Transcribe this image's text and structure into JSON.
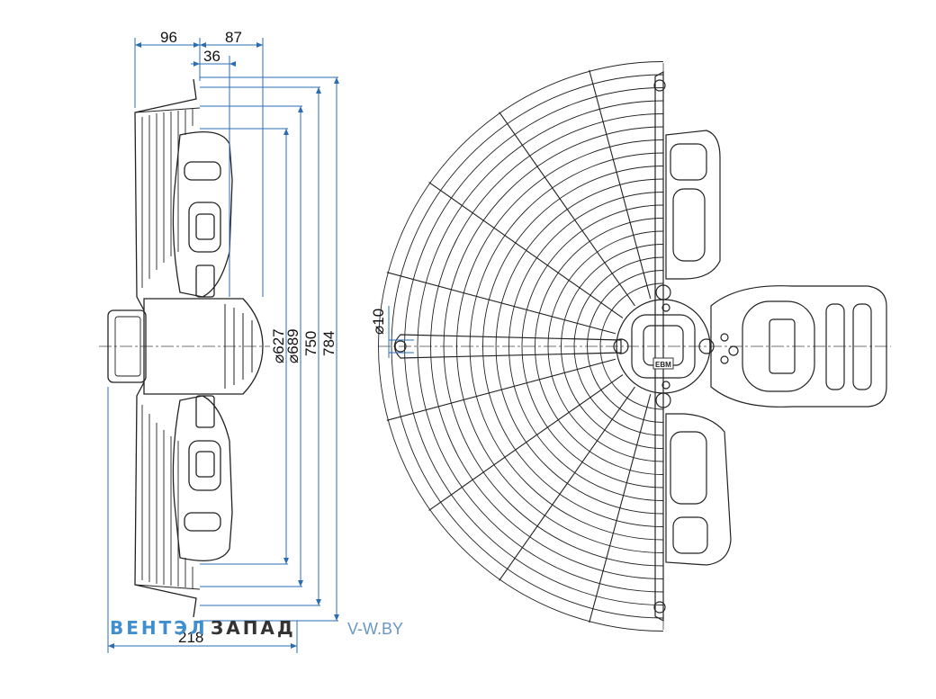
{
  "dimensions": {
    "d96": "96",
    "d87": "87",
    "d36": "36",
    "d218": "218",
    "d627": "⌀627",
    "d689": "⌀689",
    "d750": "750",
    "d784": "784",
    "d10": "⌀10"
  },
  "label_plate": "EBM",
  "watermark": {
    "part1": "ВЕНТЭЛ",
    "part2": "ЗАПАД",
    "url": "V-W.BY"
  },
  "colors": {
    "line": "#222222",
    "dim_line": "#2a6db5",
    "watermark_blue": "#3f8fd0"
  }
}
